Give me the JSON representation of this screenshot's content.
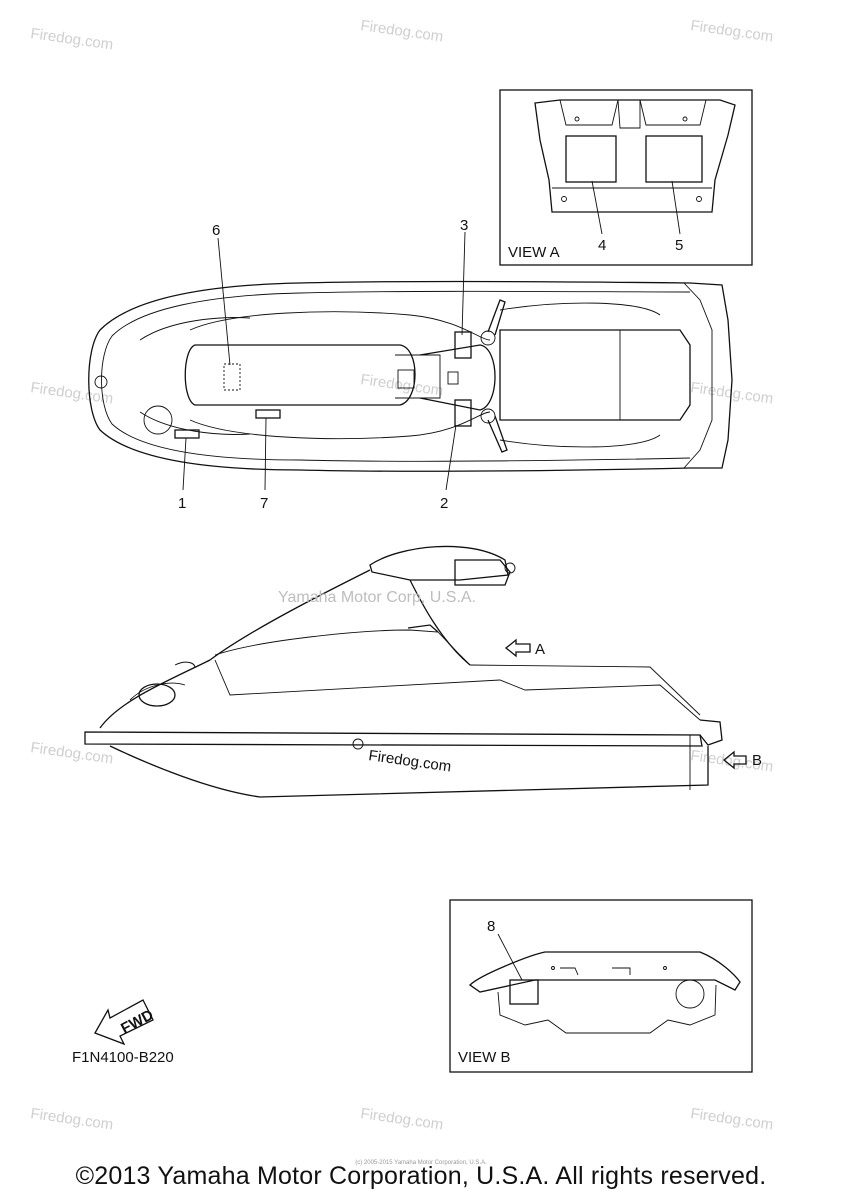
{
  "watermarks": {
    "site": "Firedog.com",
    "corp": "Yamaha Motor Corp, U.S.A."
  },
  "views": {
    "view_a": "VIEW A",
    "view_b": "VIEW B"
  },
  "arrows": {
    "a": "A",
    "b": "B",
    "fwd": "FWD"
  },
  "callouts": {
    "c1": "1",
    "c2": "2",
    "c3": "3",
    "c4": "4",
    "c5": "5",
    "c6": "6",
    "c7": "7",
    "c8": "8"
  },
  "part_code": "F1N4100-B220",
  "small_copyright": "(c) 2005-2015 Yamaha Motor Corporation, U.S.A.",
  "copyright": "©2013 Yamaha Motor Corporation, U.S.A. All rights reserved."
}
